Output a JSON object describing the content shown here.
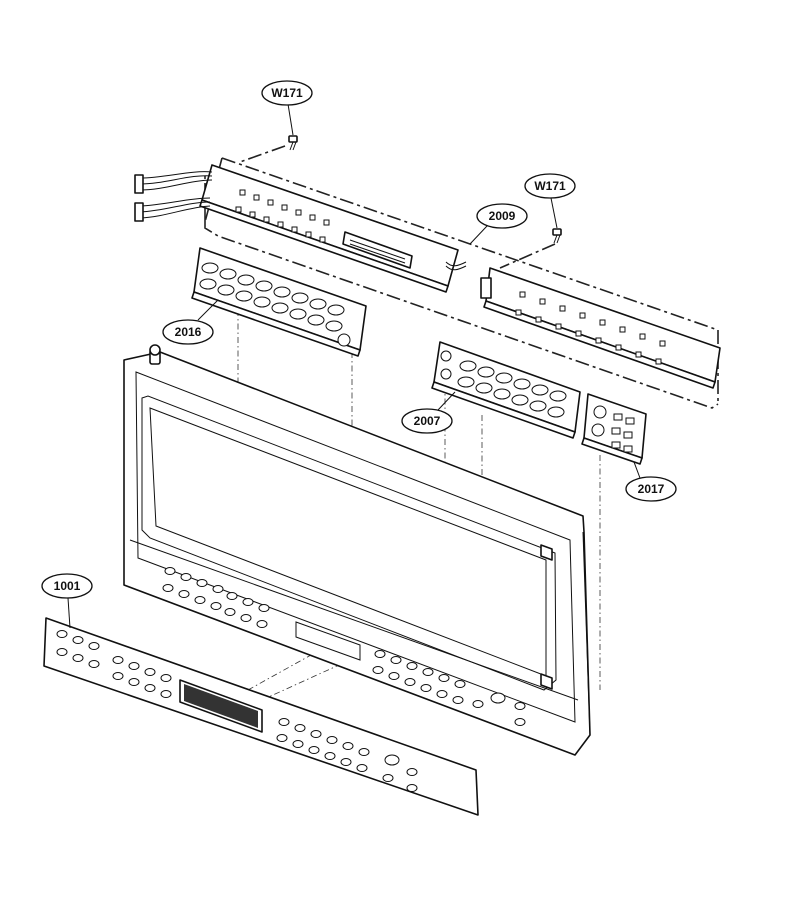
{
  "callouts": {
    "screw_top": "W171",
    "screw_right": "W171",
    "pcb_assembly": "2009",
    "keypad_left": "2016",
    "keypad_center": "2007",
    "keypad_right": "2017",
    "control_panel_film": "1001"
  }
}
